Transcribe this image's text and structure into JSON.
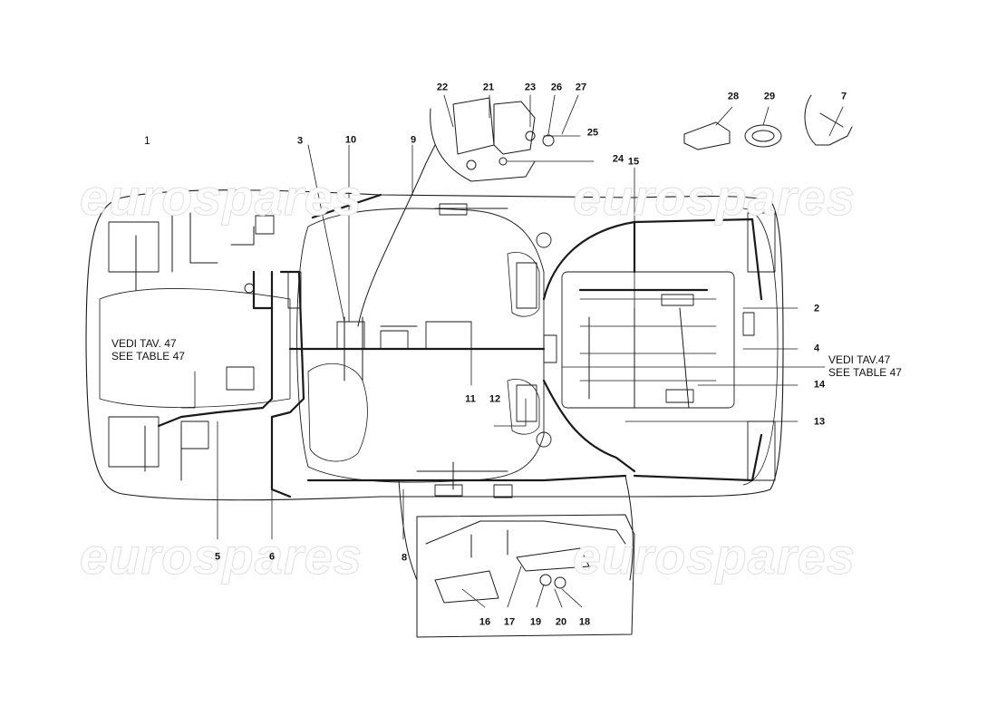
{
  "watermark": "eurospares",
  "overview_label": "1",
  "notes": {
    "left": {
      "line1": "VEDI TAV. 47",
      "line2": "SEE TABLE 47"
    },
    "right": {
      "line1": "VEDI TAV.47",
      "line2": "SEE TABLE 47"
    }
  },
  "callouts": [
    "2",
    "3",
    "4",
    "5",
    "6",
    "7",
    "8",
    "9",
    "10",
    "11",
    "12",
    "13",
    "14",
    "15",
    "16",
    "17",
    "18",
    "19",
    "20",
    "21",
    "22",
    "23",
    "24",
    "25",
    "26",
    "27",
    "28",
    "29"
  ],
  "colors": {
    "line": "#1a1a1a",
    "watermark_outline": "#e4e4e4"
  }
}
